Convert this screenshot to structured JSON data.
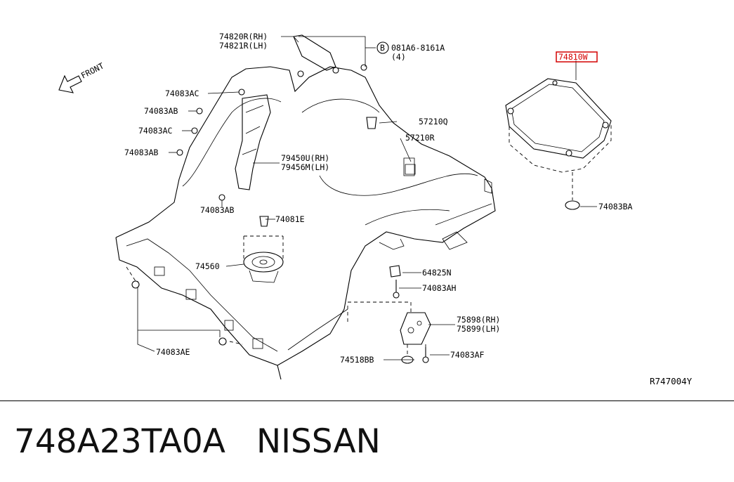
{
  "labels": {
    "front": "FRONT",
    "p74820": "74820R(RH)",
    "p74821": "74821R(LH)",
    "bolt_code": "081A6-8161A",
    "bolt_circle": "B",
    "bolt_qty": "(4)",
    "p74810w": "74810W",
    "p74083ac_1": "74083AC",
    "p74083ab_1": "74083AB",
    "p74083ac_2": "74083AC",
    "p74083ab_2": "74083AB",
    "p57210q": "57210Q",
    "p57210r": "57210R",
    "p79450u": "79450U(RH)",
    "p79456m": "79456M(LH)",
    "p74083ab_3": "74083AB",
    "p74081e": "74081E",
    "p74560": "74560",
    "p74083ba": "74083BA",
    "p64825n": "64825N",
    "p74083ah": "74083AH",
    "p75898": "75898(RH)",
    "p75899": "75899(LH)",
    "p74083ae": "74083AE",
    "p74518bb": "74518BB",
    "p74083af": "74083AF",
    "ref": "R747004Y"
  },
  "highlight_color": "#d40000",
  "footer": {
    "part_number": "748A23TA0A",
    "brand": "NISSAN"
  }
}
